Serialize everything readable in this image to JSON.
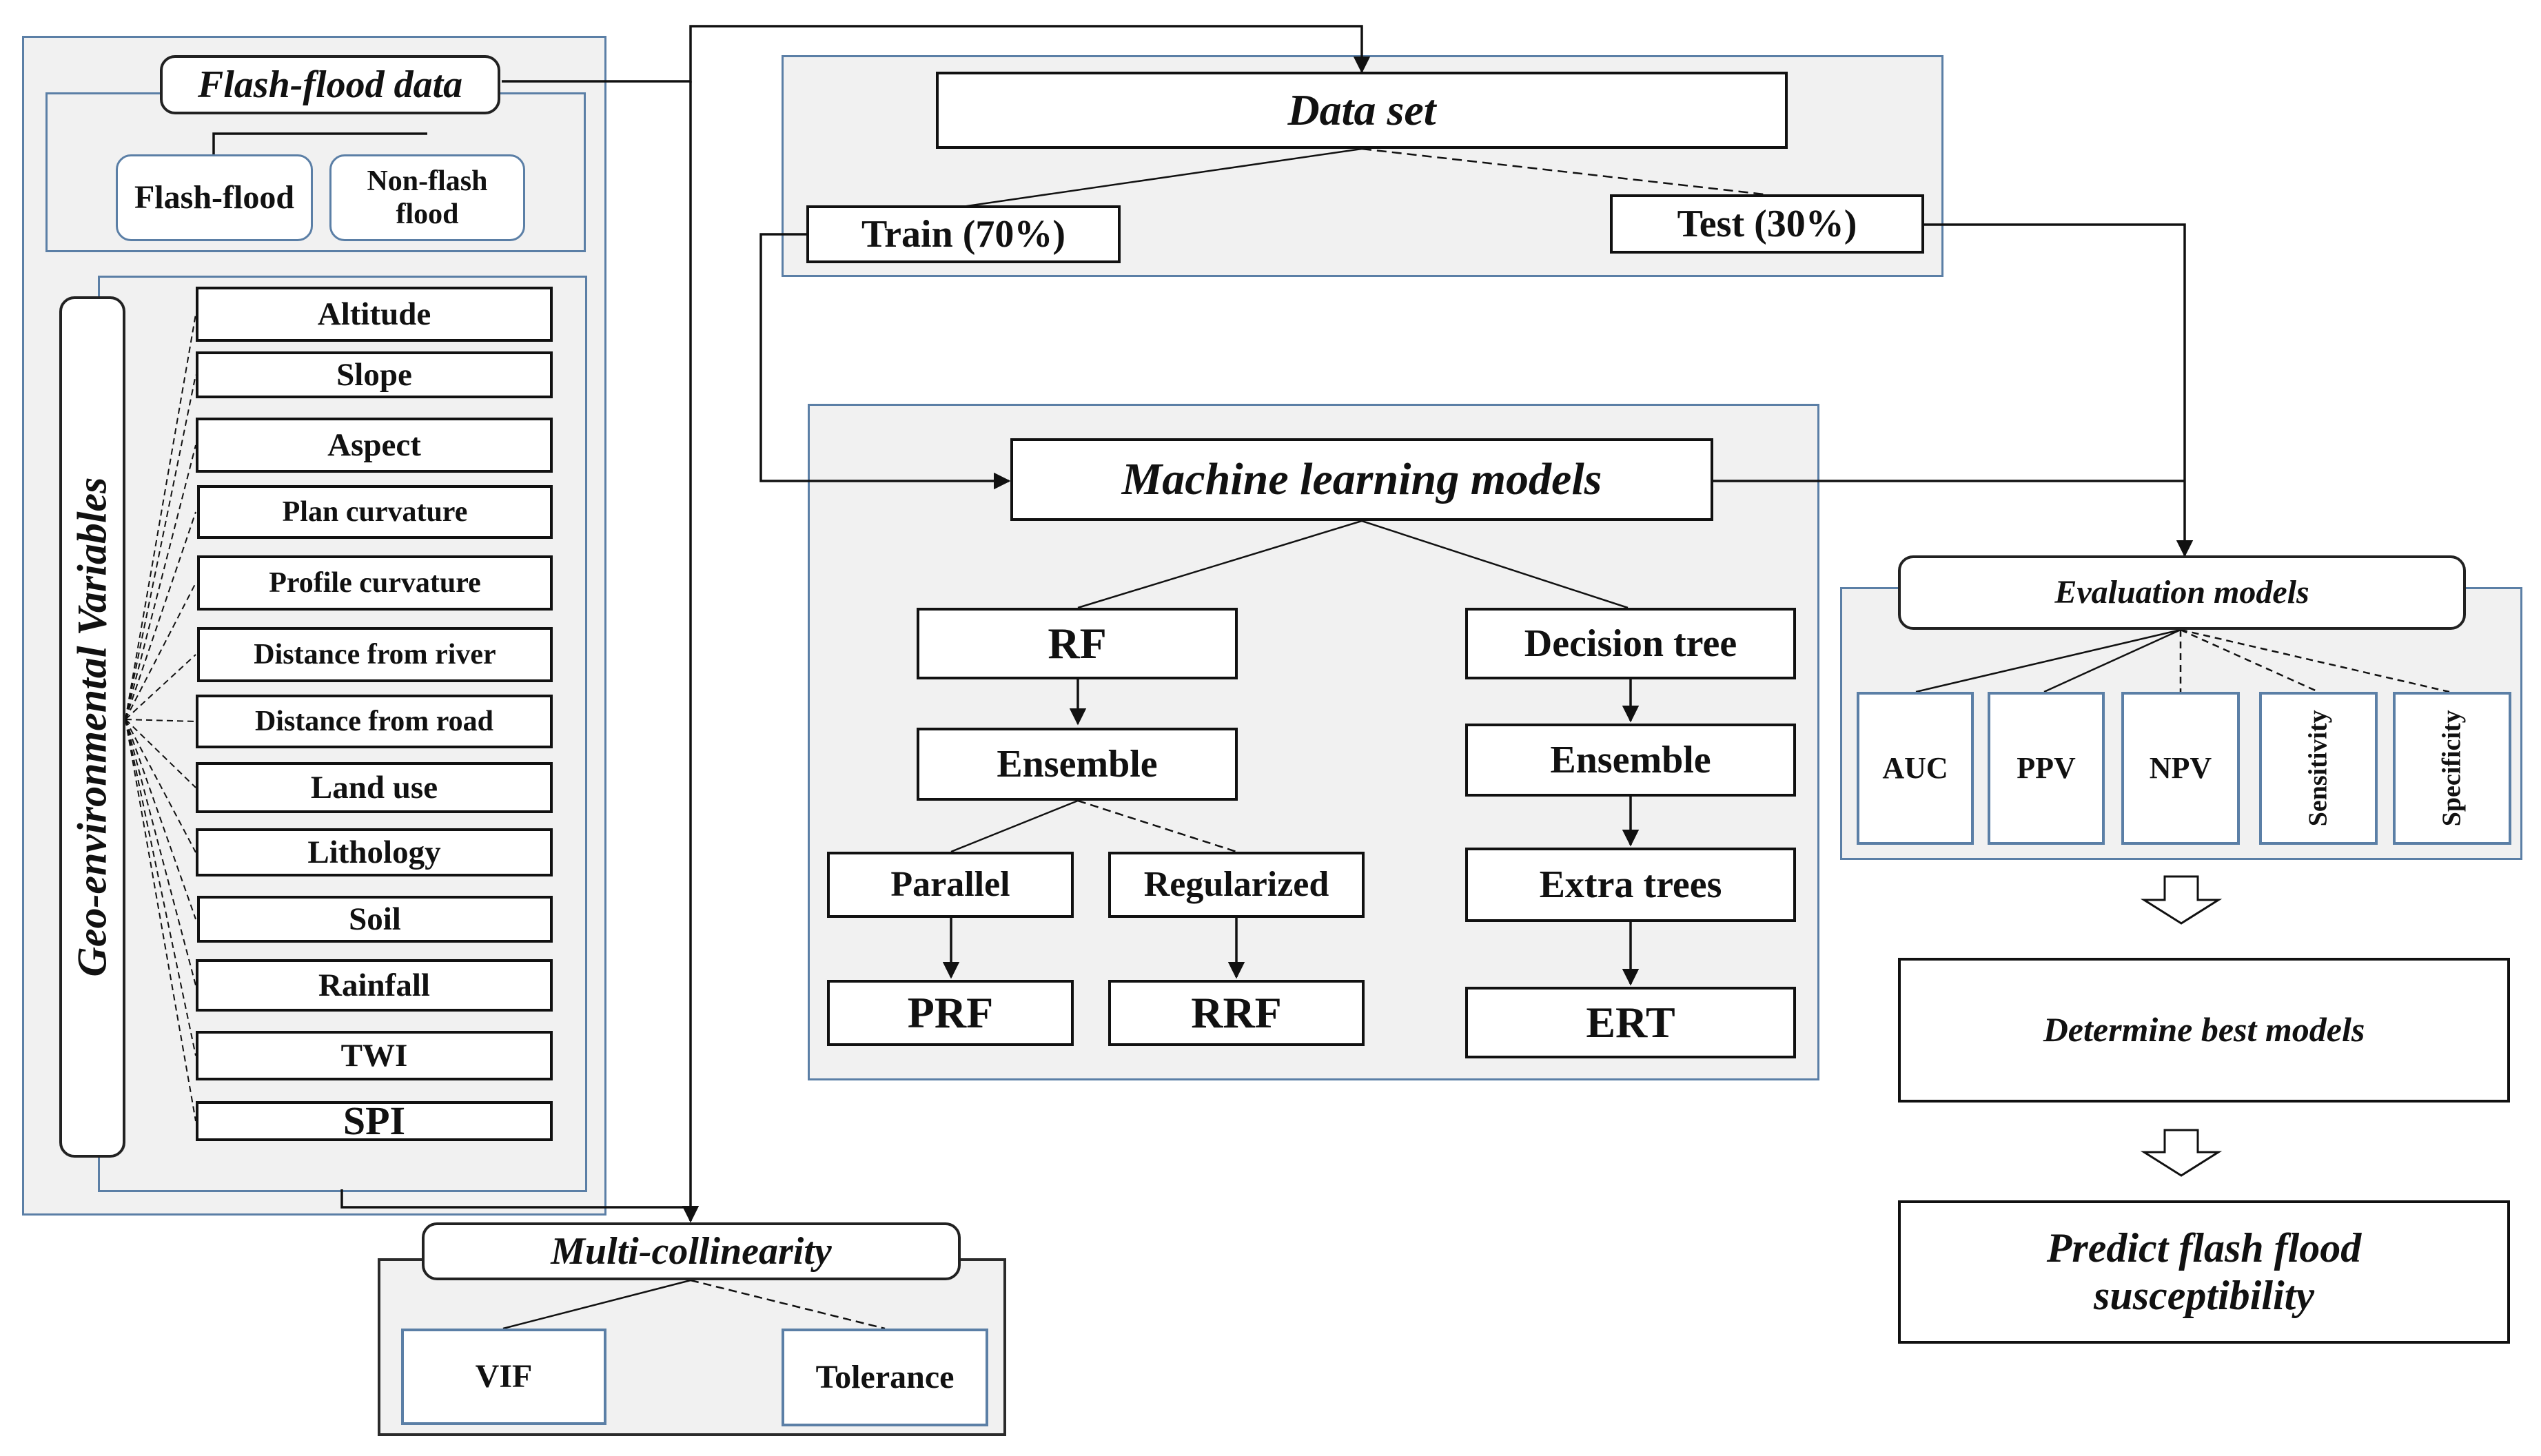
{
  "flash_flood": {
    "title": "Flash-flood data",
    "types": [
      "Flash-flood",
      "Non-flash flood"
    ]
  },
  "geo": {
    "title": "Geo-environmental Variables",
    "variables": [
      "Altitude",
      "Slope",
      "Aspect",
      "Plan curvature",
      "Profile curvature",
      "Distance from river",
      "Distance from road",
      "Land use",
      "Lithology",
      "Soil",
      "Rainfall",
      "TWI",
      "SPI"
    ]
  },
  "dataset": {
    "title": "Data set",
    "train": "Train (70%)",
    "test": "Test (30%)"
  },
  "ml": {
    "title": "Machine learning models",
    "rf": "RF",
    "rf_ensemble": "Ensemble",
    "parallel": "Parallel",
    "regularized": "Regularized",
    "prf": "PRF",
    "rrf": "RRF",
    "decision_tree": "Decision tree",
    "dt_ensemble": "Ensemble",
    "extra_trees": "Extra trees",
    "ert": "ERT"
  },
  "evaluation": {
    "title": "Evaluation models",
    "metrics": [
      "AUC",
      "PPV",
      "NPV",
      "Sensitivity",
      "Specificity"
    ]
  },
  "best": "Determine best models",
  "predict": "Predict flash flood susceptibility",
  "collinearity": {
    "title": "Multi-collinearity",
    "methods": [
      "VIF",
      "Tolerance"
    ]
  },
  "colors": {
    "panel_border": "#5b7fa6",
    "panel_fill": "#f1f1f1",
    "line": "#111111"
  }
}
